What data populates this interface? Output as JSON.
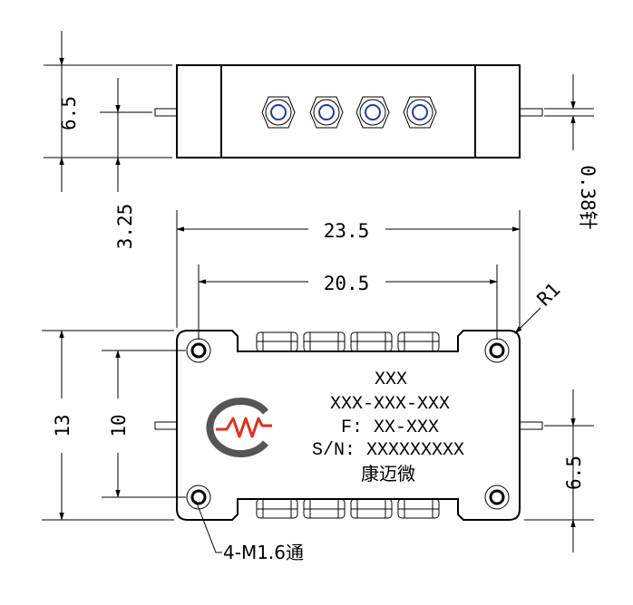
{
  "dimensions": {
    "top_height": "6.5",
    "top_half": "3.25",
    "pin_dia": "0.38针",
    "overall_width": "23.5",
    "hole_pitch_x": "20.5",
    "overall_height": "13",
    "hole_pitch_y": "10",
    "pin_offset": "6.5",
    "corner_radius": "R1",
    "mount_holes": "4-M1.6通"
  },
  "label": {
    "line1": "XXX",
    "line2": "XXX-XXX-XXX",
    "line3": "F: XX-XXX",
    "line4": "S/N: XXXXXXXXX",
    "line5": "康迈微"
  },
  "colors": {
    "logo_gray": "#555555",
    "logo_red": "#e0301e",
    "line": "#000000"
  }
}
